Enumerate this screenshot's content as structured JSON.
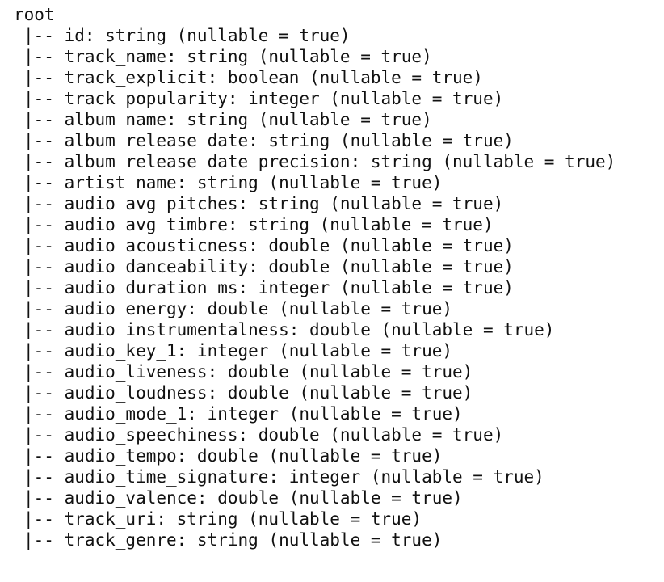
{
  "schema": {
    "root_label": "root",
    "fields": [
      "|-- id: string (nullable = true)",
      "|-- track_name: string (nullable = true)",
      "|-- track_explicit: boolean (nullable = true)",
      "|-- track_popularity: integer (nullable = true)",
      "|-- album_name: string (nullable = true)",
      "|-- album_release_date: string (nullable = true)",
      "|-- album_release_date_precision: string (nullable = true)",
      "|-- artist_name: string (nullable = true)",
      "|-- audio_avg_pitches: string (nullable = true)",
      "|-- audio_avg_timbre: string (nullable = true)",
      "|-- audio_acousticness: double (nullable = true)",
      "|-- audio_danceability: double (nullable = true)",
      "|-- audio_duration_ms: integer (nullable = true)",
      "|-- audio_energy: double (nullable = true)",
      "|-- audio_instrumentalness: double (nullable = true)",
      "|-- audio_key_1: integer (nullable = true)",
      "|-- audio_liveness: double (nullable = true)",
      "|-- audio_loudness: double (nullable = true)",
      "|-- audio_mode_1: integer (nullable = true)",
      "|-- audio_speechiness: double (nullable = true)",
      "|-- audio_tempo: double (nullable = true)",
      "|-- audio_time_signature: integer (nullable = true)",
      "|-- audio_valence: double (nullable = true)",
      "|-- track_uri: string (nullable = true)",
      "|-- track_genre: string (nullable = true)"
    ]
  }
}
